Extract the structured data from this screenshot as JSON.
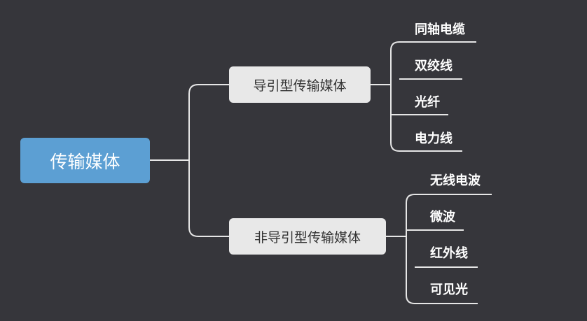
{
  "diagram": {
    "root": {
      "label": "传输媒体"
    },
    "branches": [
      {
        "label": "导引型传输媒体",
        "children": [
          "同轴电缆",
          "双绞线",
          "光纤",
          "电力线"
        ]
      },
      {
        "label": "非导引型传输媒体",
        "children": [
          "无线电波",
          "微波",
          "红外线",
          "可见光"
        ]
      }
    ]
  },
  "colors": {
    "background": "#36363b",
    "root_fill": "#5c9fd3",
    "branch_fill": "#e8e8e8",
    "connector": "#e6e6e6"
  }
}
